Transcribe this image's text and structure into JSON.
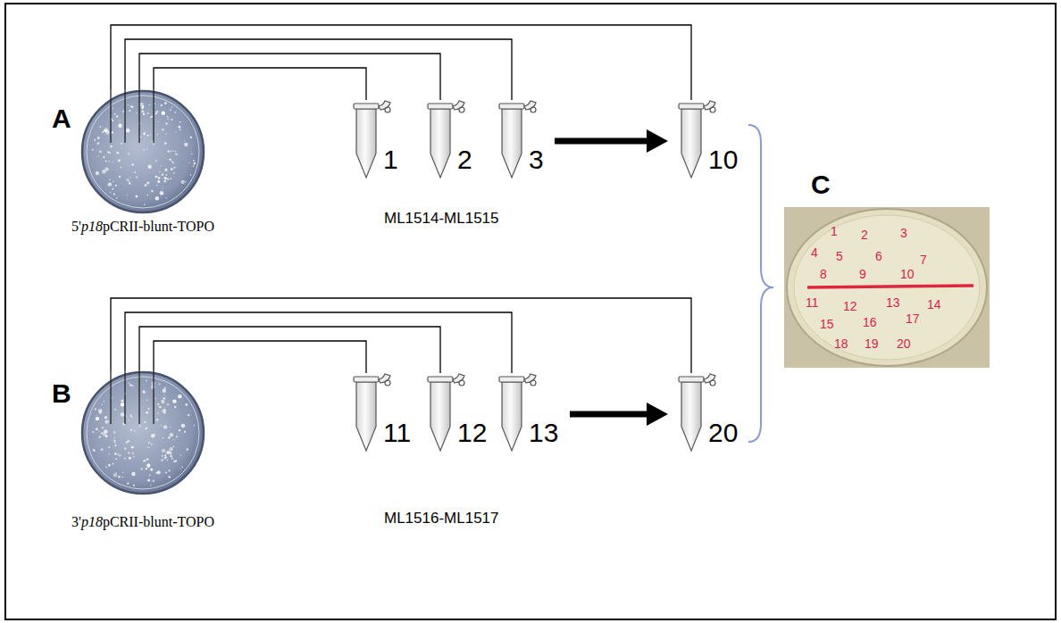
{
  "diagram": {
    "nodes": [
      {
        "text": [
          "5'p18pCRII-blunt-TOPO"
        ]
      },
      {
        "text": [
          "1"
        ]
      },
      {
        "text": [
          "2"
        ]
      },
      {
        "text": [
          "3"
        ]
      },
      {
        "text": [
          "10"
        ]
      },
      {
        "text": [
          "3'p18pCRII-blunt-TOPO"
        ]
      },
      {
        "text": [
          "11"
        ]
      },
      {
        "text": [
          "12"
        ]
      },
      {
        "text": [
          "13"
        ]
      },
      {
        "text": [
          "20"
        ]
      },
      {
        "text": [
          "1",
          "2",
          "3",
          "4",
          "5",
          "6",
          "7",
          "8",
          "9",
          "10",
          "11",
          "12",
          "13",
          "14",
          "15",
          "16",
          "17",
          "18",
          "19",
          "20"
        ]
      }
    ],
    "edges": [
      {
        "from": 0,
        "to": 1,
        "arrow": "none"
      },
      {
        "from": 0,
        "to": 2,
        "arrow": "none"
      },
      {
        "from": 0,
        "to": 3,
        "arrow": "none"
      },
      {
        "from": 0,
        "to": 4,
        "arrow": "none"
      },
      {
        "from": 3,
        "to": 4,
        "arrow": "to"
      },
      {
        "from": 5,
        "to": 6,
        "arrow": "none"
      },
      {
        "from": 5,
        "to": 7,
        "arrow": "none"
      },
      {
        "from": 5,
        "to": 8,
        "arrow": "none"
      },
      {
        "from": 5,
        "to": 9,
        "arrow": "none"
      },
      {
        "from": 8,
        "to": 9,
        "arrow": "to"
      }
    ],
    "labels": [
      "A",
      "ML1514-ML1515",
      "B",
      "ML1516-ML1517",
      "C"
    ]
  }
}
